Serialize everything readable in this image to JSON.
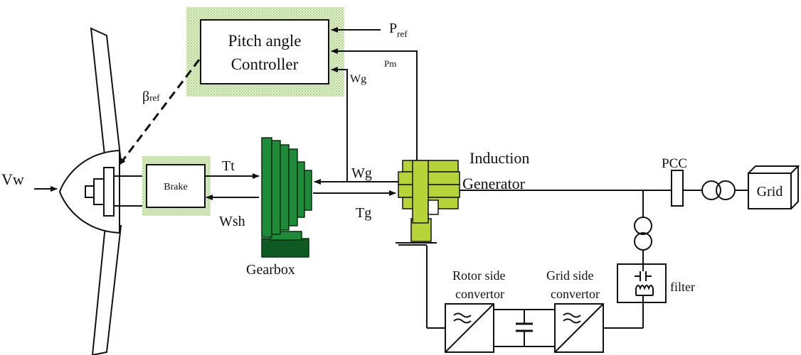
{
  "controller": {
    "line1": "Pitch angle",
    "line2": "Controller",
    "p_ref_main": "P",
    "p_ref_sub": "ref",
    "pm": "Pm",
    "wg_small": "Wg",
    "beta_main": "β",
    "beta_sub": "ref"
  },
  "turbine": {
    "wind_label": "Vw"
  },
  "brake": {
    "label": "Brake"
  },
  "shaft": {
    "tt": "Tt",
    "wsh": "Wsh",
    "wg": "Wg",
    "tg": "Tg"
  },
  "gearbox": {
    "label": "Gearbox"
  },
  "generator": {
    "line1": "Induction",
    "line2": "Generator"
  },
  "grid_side": {
    "pcc": "PCC",
    "grid": "Grid",
    "filter": "filter",
    "rotor_conv_line1": "Rotor side",
    "rotor_conv_line2": "convertor",
    "grid_conv_line1": "Grid side",
    "grid_conv_line2": "convertor"
  },
  "colors": {
    "gearbox_green": "#1f8a3a",
    "gearbox_green_dark": "#0f5a22",
    "generator_green": "#b6d33a",
    "shade_green": "#cfe4b0"
  }
}
